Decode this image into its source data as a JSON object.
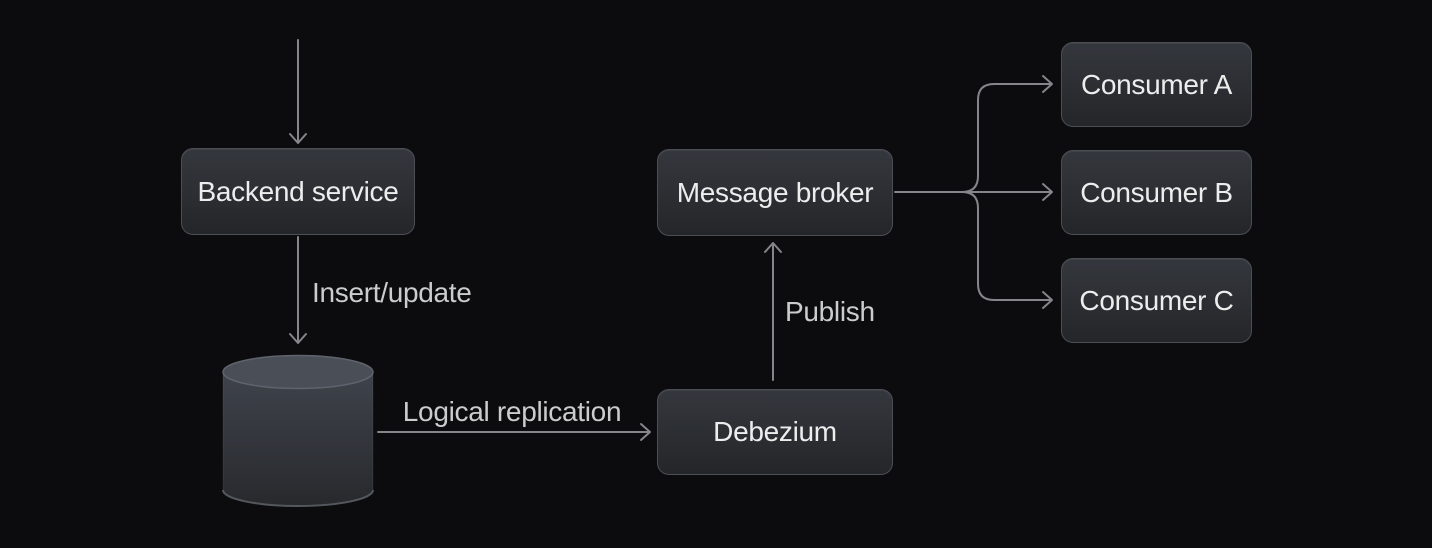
{
  "diagram": {
    "kind": "flow-diagram",
    "theme": "dark"
  },
  "colors": {
    "background": "#0c0c0e",
    "node_border": "#4b4e54",
    "node_bg_top": "#34373d",
    "node_bg_bottom": "#242629",
    "node_text": "#eceded",
    "label_text": "#cbccce",
    "line": "#85868a",
    "cyl_top": "#4a4e57",
    "cyl_top_stroke": "#5f636c",
    "cyl_body_top": "#3f434b",
    "cyl_body_bottom": "#27292d",
    "cyl_rim": "#54575e"
  },
  "nodes": [
    {
      "id": "backend-service",
      "label": "Backend service"
    },
    {
      "id": "message-broker",
      "label": "Message broker"
    },
    {
      "id": "debezium",
      "label": "Debezium"
    },
    {
      "id": "consumer-a",
      "label": "Consumer A"
    },
    {
      "id": "consumer-b",
      "label": "Consumer B"
    },
    {
      "id": "consumer-c",
      "label": "Consumer C"
    }
  ],
  "database": {
    "id": "database",
    "shape": "cylinder",
    "label": ""
  },
  "edges": [
    {
      "from": "offscreen-top",
      "to": "backend-service",
      "label": ""
    },
    {
      "from": "backend-service",
      "to": "database",
      "label": "Insert/update"
    },
    {
      "from": "database",
      "to": "debezium",
      "label": "Logical replication"
    },
    {
      "from": "debezium",
      "to": "message-broker",
      "label": "Publish"
    },
    {
      "from": "message-broker",
      "to": "consumer-a",
      "label": ""
    },
    {
      "from": "message-broker",
      "to": "consumer-b",
      "label": ""
    },
    {
      "from": "message-broker",
      "to": "consumer-c",
      "label": ""
    }
  ]
}
